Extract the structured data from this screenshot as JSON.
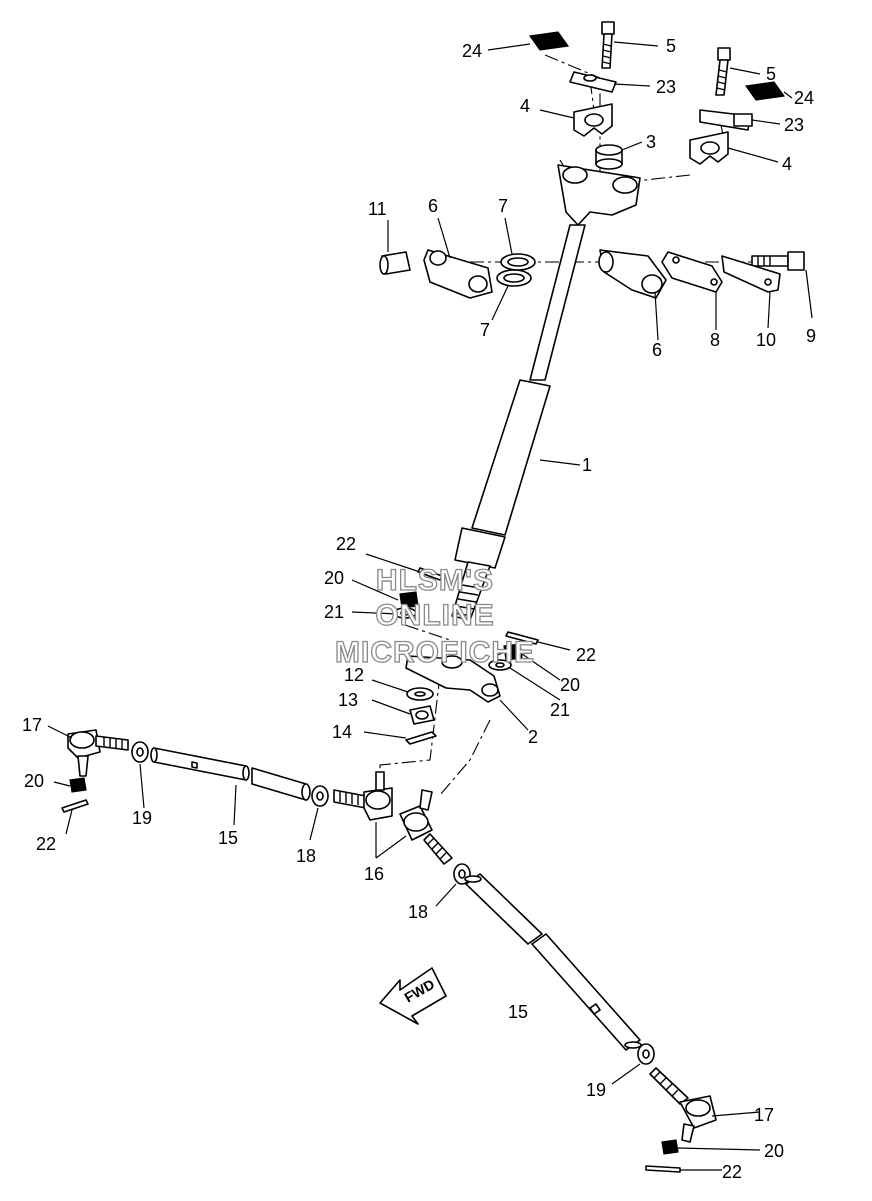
{
  "diagram": {
    "watermark": [
      "HLSM'S",
      "ONLINE",
      "MICROFICHE"
    ],
    "fwd_label": "FWD",
    "callouts": [
      "1",
      "2",
      "3",
      "4",
      "4",
      "5",
      "5",
      "6",
      "6",
      "7",
      "7",
      "8",
      "9",
      "10",
      "11",
      "12",
      "13",
      "14",
      "15",
      "15",
      "16",
      "17",
      "17",
      "18",
      "18",
      "19",
      "19",
      "20",
      "20",
      "20",
      "21",
      "21",
      "22",
      "22",
      "22",
      "22",
      "23",
      "23",
      "24",
      "24"
    ]
  }
}
